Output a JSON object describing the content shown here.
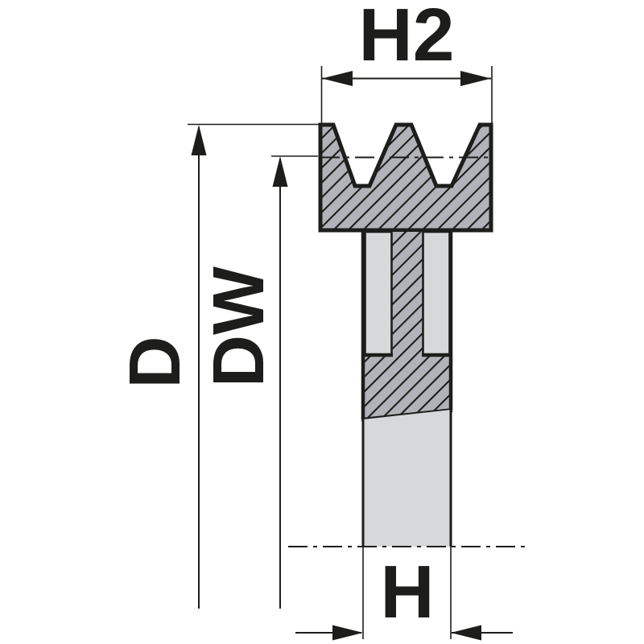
{
  "labels": {
    "h2": "H2",
    "d": "D",
    "dw": "DW",
    "h": "H"
  },
  "colors": {
    "outline": "#1d1d1b",
    "section_fill": "#b1b3b8",
    "surface_fill": "#d7d8da",
    "background": "#ffffff"
  }
}
